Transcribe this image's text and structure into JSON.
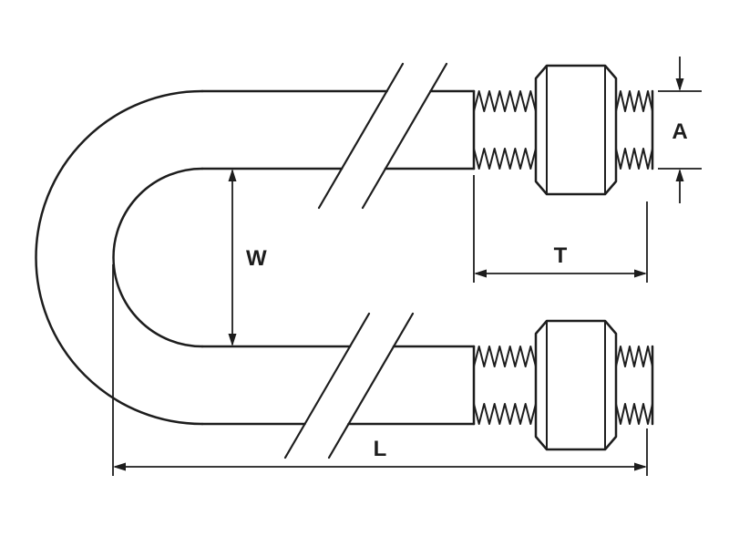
{
  "figure": {
    "type": "technical-line-drawing",
    "subject": "U-bolt with two hex nuts and dimension callouts",
    "background_color": "#ffffff",
    "line_color": "#1d1d1d"
  },
  "labels": {
    "inside_width": "W",
    "thread_length": "T",
    "overall_length": "L",
    "thread_diameter": "A"
  }
}
